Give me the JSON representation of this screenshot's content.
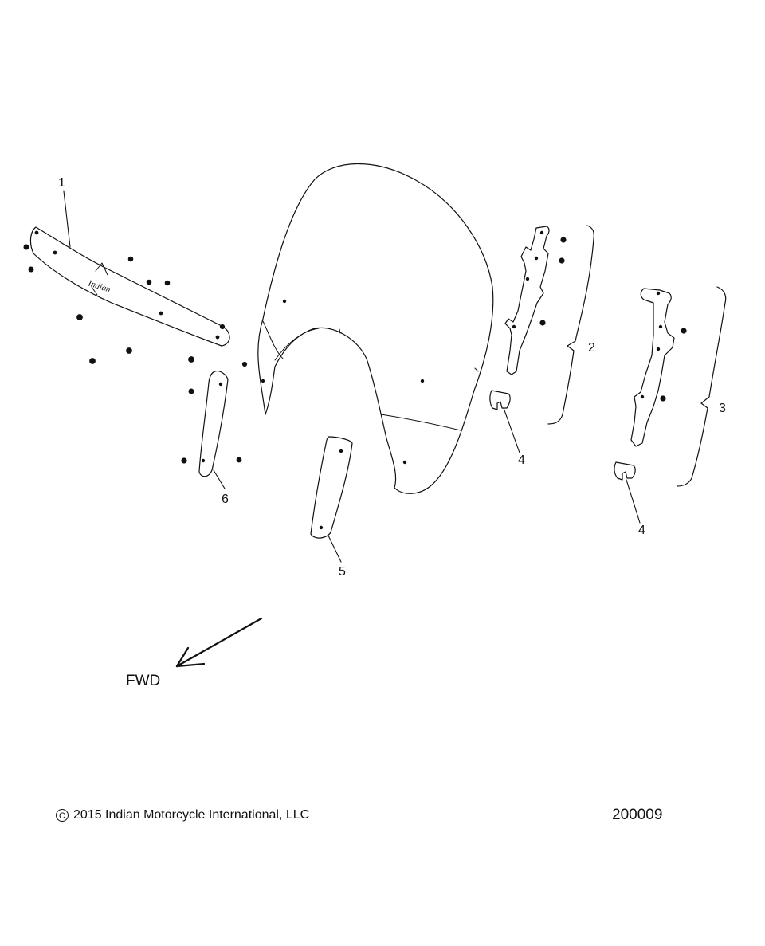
{
  "callouts": {
    "trim": "1",
    "bracket_left": "2",
    "bracket_right": "3",
    "clip_left": "4",
    "clip_right": "4",
    "center_strip": "5",
    "left_strip": "6"
  },
  "direction": {
    "label": "FWD"
  },
  "footer": {
    "copyright_symbol": "C",
    "copyright": "2015 Indian Motorcycle International, LLC",
    "figure_number": "200009"
  },
  "trim_logo_text": "Indian",
  "colors": {
    "line": "#111111",
    "background": "#ffffff"
  }
}
